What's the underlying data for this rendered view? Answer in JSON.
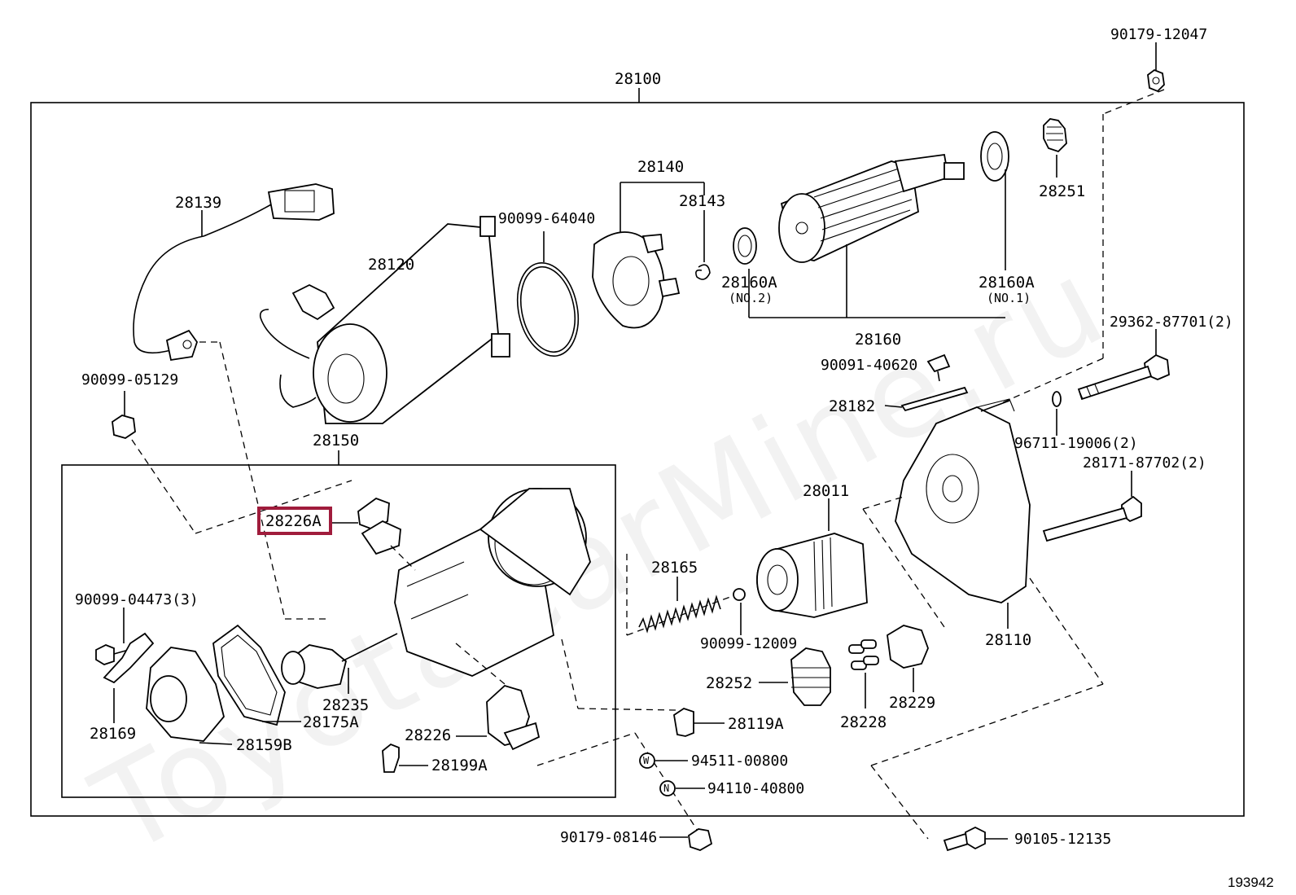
{
  "diagram": {
    "figure_number": "193942",
    "watermark": "ToyotaCarMine.ru",
    "highlight_color": "#a01c3c",
    "assembly": {
      "main": "28100",
      "sub": "28150"
    },
    "labels": {
      "p90179_12047": "90179-12047",
      "p28100": "28100",
      "p28140": "28140",
      "p28139": "28139",
      "p90099_64040": "90099-64040",
      "p28143": "28143",
      "p28251": "28251",
      "p28120": "28120",
      "p28160a_l": "28160A",
      "p28160a_l_sub": "(NO.2)",
      "p28160a_r": "28160A",
      "p28160a_r_sub": "(NO.1)",
      "p28160": "28160",
      "p29362_87701": "29362-87701(2)",
      "p90099_05129": "90099-05129",
      "p90091_40620": "90091-40620",
      "p28182": "28182",
      "p96711_19006": "96711-19006(2)",
      "p28150": "28150",
      "p28171_87702": "28171-87702(2)",
      "p28011": "28011",
      "p28226a": "28226A",
      "p28165": "28165",
      "p90099_04473": "90099-04473(3)",
      "p90099_12009": "90099-12009",
      "p28110": "28110",
      "p28252": "28252",
      "p28229": "28229",
      "p28235": "28235",
      "p28175a": "28175A",
      "p28228": "28228",
      "p28169": "28169",
      "p28119a": "28119A",
      "p28226": "28226",
      "p28159b": "28159B",
      "p94511_00800": "94511-00800",
      "p28199a": "28199A",
      "p94110_40800": "94110-40800",
      "p90179_08146": "90179-08146",
      "p90105_12135": "90105-12135",
      "w_mark": "W",
      "n_mark": "N"
    }
  }
}
